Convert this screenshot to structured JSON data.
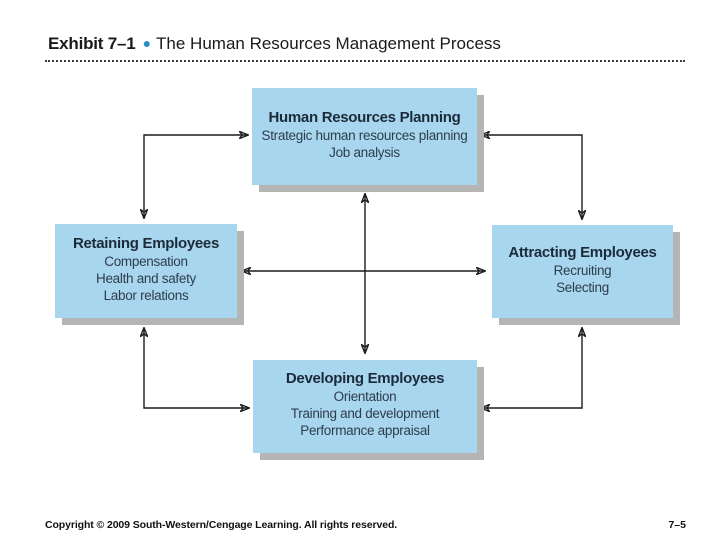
{
  "header": {
    "exhibit": "Exhibit 7–1",
    "bullet": "●",
    "title": "The Human Resources Management Process"
  },
  "diagram": {
    "type": "cycle-flow-diagram",
    "boxes": [
      {
        "id": "hr-planning",
        "position": "top",
        "title": "Human Resources Planning",
        "lines": [
          "Strategic human resources planning",
          "Job analysis"
        ]
      },
      {
        "id": "retaining",
        "position": "left",
        "title": "Retaining Employees",
        "lines": [
          "Compensation",
          "Health and safety",
          "Labor relations"
        ]
      },
      {
        "id": "attracting",
        "position": "right",
        "title": "Attracting Employees",
        "lines": [
          "Recruiting",
          "Selecting"
        ]
      },
      {
        "id": "developing",
        "position": "bottom",
        "title": "Developing Employees",
        "lines": [
          "Orientation",
          "Training and development",
          "Performance appraisal"
        ]
      }
    ],
    "connectors": [
      "top↔bottom (vertical double arrow)",
      "left↔right (horizontal double arrow)",
      "top↔left (elbow double arrow)",
      "top↔right (elbow double arrow)",
      "bottom↔left (elbow double arrow)",
      "bottom↔right (elbow double arrow)"
    ],
    "colors": {
      "box_fill": "#a8d6ee",
      "box_shadow": "#b5b5b5",
      "box_title_text": "#1c2b39",
      "box_body_text": "#2e3d4c",
      "arrow": "#1c1c1c",
      "title_bullet": "#2d8ec7"
    }
  },
  "footer": {
    "copyright": "Copyright © 2009 South-Western/Cengage Learning. All rights reserved.",
    "page": "7–5"
  }
}
